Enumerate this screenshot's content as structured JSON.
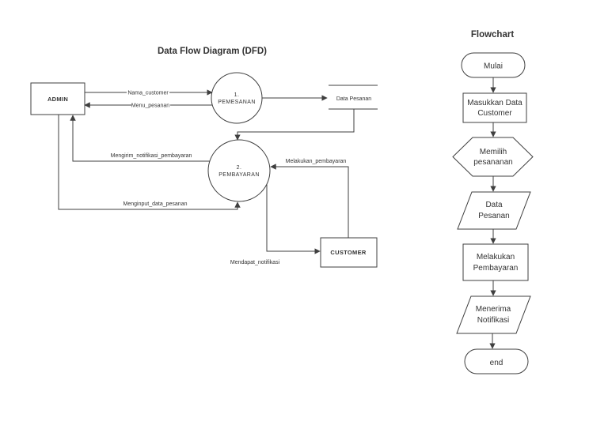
{
  "dfd": {
    "title": "Data Flow Diagram (DFD)",
    "entities": {
      "admin": "ADMIN",
      "customer": "CUSTOMER"
    },
    "processes": {
      "pemesanan_num": "1.",
      "pemesanan_name": "PEMESANAN",
      "pembayaran_num": "2.",
      "pembayaran_name": "PEMBAYARAN"
    },
    "datastore_label": "Data Pesanan",
    "flows": {
      "nama_customer": "Nama_customer",
      "menu_pesanan": "Menu_pesanan",
      "mengirim_notifikasi_pembayaran": "Mengirim_notifikasi_pembayaran",
      "menginput_data_pesanan": "Menginput_data_pesanan",
      "melakukan_pembayaran": "Melakukan_pembayaran",
      "mendapat_notifikasi": "Mendapat_notifikasi"
    }
  },
  "flowchart": {
    "title": "Flowchart",
    "start": "Mulai",
    "step_input_line1": "Masukkan Data",
    "step_input_line2": "Customer",
    "step_choose_line1": "Memilih",
    "step_choose_line2": "pesananan",
    "step_data_line1": "Data",
    "step_data_line2": "Pesanan",
    "step_pay_line1": "Melakukan",
    "step_pay_line2": "Pembayaran",
    "step_notif_line1": "Menerima",
    "step_notif_line2": "Notifikasi",
    "end": "end"
  },
  "colors": {
    "stroke": "#3f3f3f",
    "text": "#333333",
    "background": "#ffffff"
  }
}
